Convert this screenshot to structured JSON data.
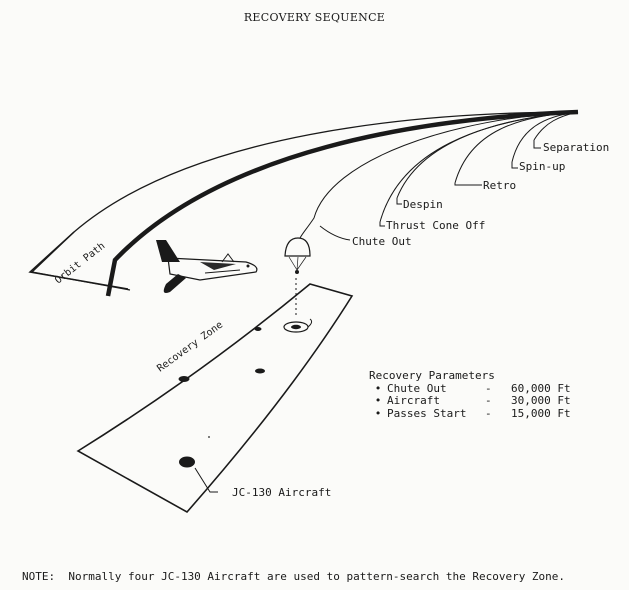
{
  "title": "RECOVERY SEQUENCE",
  "labels": {
    "separation": "Separation",
    "spin_up": "Spin-up",
    "retro": "Retro",
    "despin": "Despin",
    "thrust_cone_off": "Thrust Cone Off",
    "chute_out": "Chute Out",
    "orbit_path": "Orbit Path",
    "recovery_zone": "Recovery Zone",
    "jc130_aircraft": "JC-130 Aircraft"
  },
  "parameters": {
    "heading": "Recovery Parameters",
    "items": [
      {
        "name": "Chute Out",
        "dash": "-",
        "value": "60,000 Ft"
      },
      {
        "name": "Aircraft",
        "dash": "-",
        "value": "30,000 Ft"
      },
      {
        "name": "Passes Start",
        "dash": "-",
        "value": "15,000 Ft"
      }
    ]
  },
  "note": "NOTE:  Normally four JC-130 Aircraft are used to pattern-search the Recovery Zone."
}
